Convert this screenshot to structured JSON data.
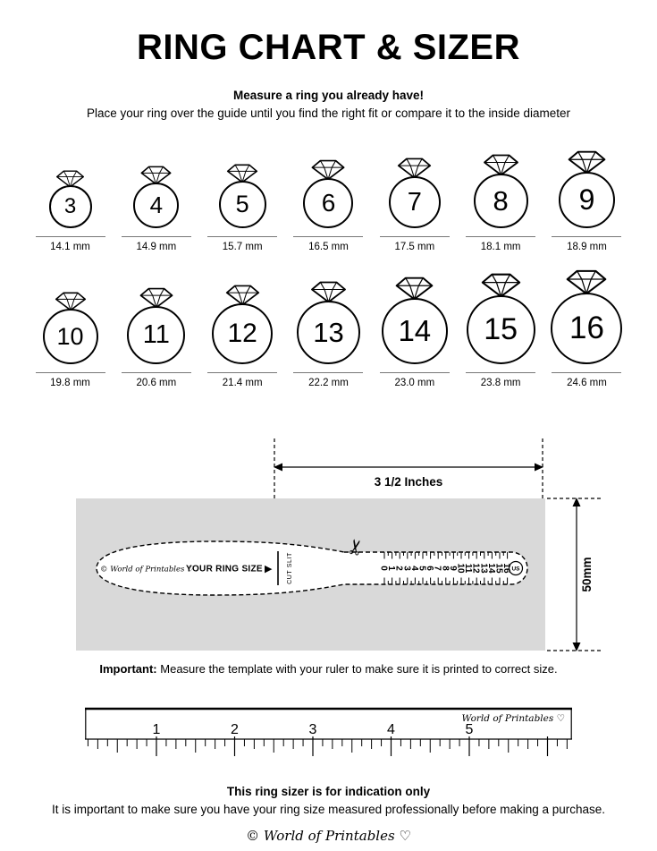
{
  "page": {
    "title": "RING CHART & SIZER",
    "subtitle_bold": "Measure a ring you already have!",
    "subtitle": "Place your ring over the guide until you find the right fit or compare it to the inside diameter"
  },
  "rings": {
    "row1": [
      {
        "size": "3",
        "diameter": "14.1 mm"
      },
      {
        "size": "4",
        "diameter": "14.9 mm"
      },
      {
        "size": "5",
        "diameter": "15.7 mm"
      },
      {
        "size": "6",
        "diameter": "16.5 mm"
      },
      {
        "size": "7",
        "diameter": "17.5 mm"
      },
      {
        "size": "8",
        "diameter": "18.1 mm"
      },
      {
        "size": "9",
        "diameter": "18.9 mm"
      }
    ],
    "row2": [
      {
        "size": "10",
        "diameter": "19.8 mm"
      },
      {
        "size": "11",
        "diameter": "20.6 mm"
      },
      {
        "size": "12",
        "diameter": "21.4 mm"
      },
      {
        "size": "13",
        "diameter": "22.2 mm"
      },
      {
        "size": "14",
        "diameter": "23.0 mm"
      },
      {
        "size": "15",
        "diameter": "23.8 mm"
      },
      {
        "size": "16",
        "diameter": "24.6 mm"
      }
    ]
  },
  "sizer": {
    "width_label": "3 1/2 Inches",
    "height_label": "50mm",
    "brand": "© World of Printables ♡",
    "your_ring_size_label": "YOUR RING SIZE",
    "arrow_icon": "▶",
    "cut_slit_label": "CUT SLIT",
    "scissors_icon": "✂",
    "us_label": "US",
    "scale_numbers": [
      "0",
      "1",
      "2",
      "3",
      "4",
      "5",
      "6",
      "7",
      "8",
      "9",
      "10",
      "11",
      "12",
      "13",
      "14",
      "15",
      "16"
    ]
  },
  "important": {
    "label": "Important:",
    "text": "Measure the template with your ruler to make sure it is printed to correct size."
  },
  "ruler": {
    "numbers": [
      "1",
      "2",
      "3",
      "4",
      "5"
    ],
    "brand": "World of Printables ♡"
  },
  "footer": {
    "bold": "This ring sizer is for indication only",
    "text": "It is important to make sure you have your ring size measured professionally before making a purchase.",
    "brand": "© World of Printables ♡"
  }
}
